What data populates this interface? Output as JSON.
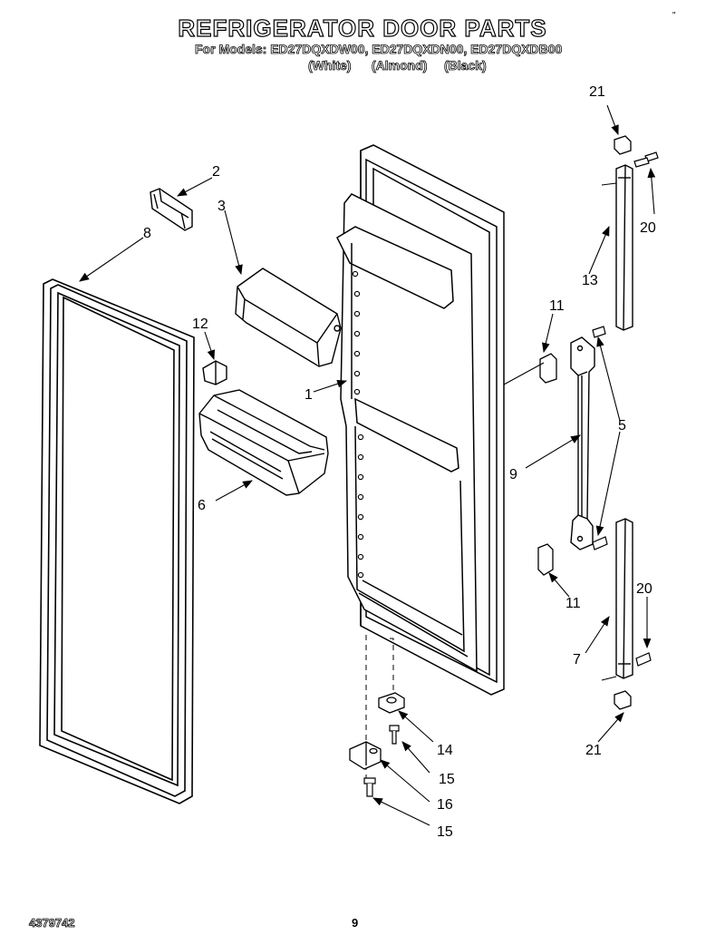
{
  "header": {
    "title": "REFRIGERATOR DOOR PARTS",
    "models_line": "For Models: ED27DQXDW00, ED27DQXDN00, ED27DQXDB00",
    "color_white": "(White)",
    "color_almond": "(Almond)",
    "color_black": "(Black)"
  },
  "footer": {
    "part_number": "4379742",
    "page_number": "9",
    "corner_mark": "\""
  },
  "callouts": {
    "c1": "1",
    "c2": "2",
    "c3": "3",
    "c5": "5",
    "c6": "6",
    "c7": "7",
    "c8": "8",
    "c9": "9",
    "c11a": "11",
    "c11b": "11",
    "c12": "12",
    "c13": "13",
    "c14": "14",
    "c15a": "15",
    "c15b": "15",
    "c16": "16",
    "c20a": "20",
    "c20b": "20",
    "c21a": "21",
    "c21b": "21"
  }
}
